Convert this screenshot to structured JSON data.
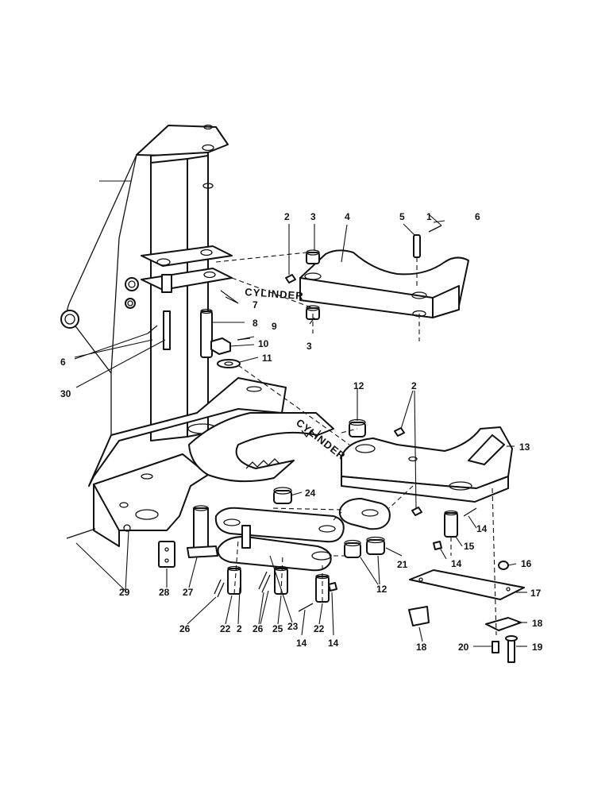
{
  "diagram": {
    "callouts": [
      "1",
      "2",
      "3",
      "4",
      "5",
      "6",
      "7",
      "8",
      "9",
      "10",
      "11",
      "12",
      "13",
      "14",
      "15",
      "16",
      "17",
      "18",
      "19",
      "20",
      "21",
      "22",
      "23",
      "24",
      "25",
      "26",
      "27",
      "28",
      "29",
      "30"
    ],
    "annotations": {
      "cylinder_top": "CYLINDER",
      "cylinder_middle": "CYLINDER"
    }
  }
}
